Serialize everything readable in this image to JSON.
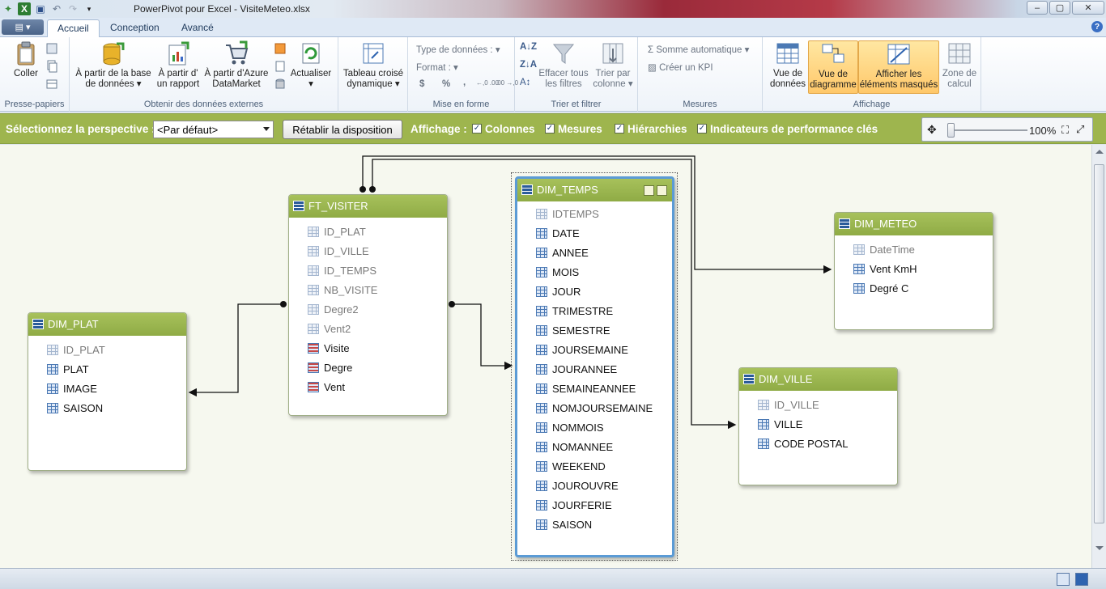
{
  "window": {
    "title": "PowerPivot pour Excel - VisiteMeteo.xlsx",
    "buttons": {
      "minimize": "–",
      "maximize": "▢",
      "close": "✕"
    }
  },
  "tabs": {
    "file_label": "▤ ▾",
    "items": [
      {
        "label": "Accueil",
        "active": true
      },
      {
        "label": "Conception",
        "active": false
      },
      {
        "label": "Avancé",
        "active": false
      }
    ],
    "help": "?"
  },
  "ribbon": {
    "clipboard": {
      "label": "Presse-papiers",
      "paste": "Coller"
    },
    "external": {
      "label": "Obtenir des données externes",
      "from_db": "À partir de la base de données ▾",
      "from_report": "À partir d' un rapport",
      "from_azure": "À partir d'Azure DataMarket",
      "refresh": "Actualiser ▾"
    },
    "pivot": {
      "label": "",
      "pivot_table": "Tableau croisé dynamique ▾"
    },
    "format": {
      "label": "Mise en forme",
      "data_type": "Type de données :",
      "format": "Format :",
      "currency": "$",
      "percent": "%",
      "comma": ",",
      "inc_dec": "←,0 .00",
      "dec_dec": ".00 →,0"
    },
    "sort": {
      "label": "Trier et filtrer",
      "clear_filters": "Effacer tous les filtres",
      "sort_by_col": "Trier par colonne ▾"
    },
    "measures": {
      "label": "Mesures",
      "autosum": "Somme automatique",
      "kpi": "Créer un KPI"
    },
    "view": {
      "label": "Affichage",
      "data_view": "Vue de données",
      "diagram_view": "Vue de diagramme",
      "show_hidden": "Afficher les éléments masqués",
      "calc_area": "Zone de calcul"
    }
  },
  "perspective_bar": {
    "select_label": "Sélectionnez la perspective :",
    "selected": "<Par défaut>",
    "reset": "Rétablir la disposition",
    "display_label": "Affichage :",
    "checks": [
      {
        "label": "Colonnes",
        "checked": true
      },
      {
        "label": "Mesures",
        "checked": true
      },
      {
        "label": "Hiérarchies",
        "checked": true
      },
      {
        "label": "Indicateurs de performance clés",
        "checked": true
      }
    ],
    "zoom": "100%"
  },
  "tables": {
    "ft_visiter": {
      "name": "FT_VISITER",
      "rows": [
        {
          "label": "ID_PLAT",
          "muted": true,
          "kind": "col"
        },
        {
          "label": "ID_VILLE",
          "muted": true,
          "kind": "col"
        },
        {
          "label": "ID_TEMPS",
          "muted": true,
          "kind": "col"
        },
        {
          "label": "NB_VISITE",
          "muted": true,
          "kind": "col"
        },
        {
          "label": "Degre2",
          "muted": true,
          "kind": "col"
        },
        {
          "label": "Vent2",
          "muted": true,
          "kind": "col"
        },
        {
          "label": "Visite",
          "muted": false,
          "kind": "measure"
        },
        {
          "label": "Degre",
          "muted": false,
          "kind": "measure"
        },
        {
          "label": "Vent",
          "muted": false,
          "kind": "measure"
        }
      ]
    },
    "dim_plat": {
      "name": "DIM_PLAT",
      "rows": [
        {
          "label": "ID_PLAT",
          "muted": true,
          "kind": "col"
        },
        {
          "label": "PLAT",
          "muted": false,
          "kind": "col"
        },
        {
          "label": "IMAGE",
          "muted": false,
          "kind": "col"
        },
        {
          "label": "SAISON",
          "muted": false,
          "kind": "col"
        }
      ]
    },
    "dim_temps": {
      "name": "DIM_TEMPS",
      "rows": [
        {
          "label": "IDTEMPS",
          "muted": true,
          "kind": "col"
        },
        {
          "label": "DATE",
          "muted": false,
          "kind": "col"
        },
        {
          "label": "ANNEE",
          "muted": false,
          "kind": "col"
        },
        {
          "label": "MOIS",
          "muted": false,
          "kind": "col"
        },
        {
          "label": "JOUR",
          "muted": false,
          "kind": "col"
        },
        {
          "label": "TRIMESTRE",
          "muted": false,
          "kind": "col"
        },
        {
          "label": "SEMESTRE",
          "muted": false,
          "kind": "col"
        },
        {
          "label": "JOURSEMAINE",
          "muted": false,
          "kind": "col"
        },
        {
          "label": "JOURANNEE",
          "muted": false,
          "kind": "col"
        },
        {
          "label": "SEMAINEANNEE",
          "muted": false,
          "kind": "col"
        },
        {
          "label": "NOMJOURSEMAINE",
          "muted": false,
          "kind": "col"
        },
        {
          "label": "NOMMOIS",
          "muted": false,
          "kind": "col"
        },
        {
          "label": "NOMANNEE",
          "muted": false,
          "kind": "col"
        },
        {
          "label": "WEEKEND",
          "muted": false,
          "kind": "col"
        },
        {
          "label": "JOUROUVRE",
          "muted": false,
          "kind": "col"
        },
        {
          "label": "JOURFERIE",
          "muted": false,
          "kind": "col"
        },
        {
          "label": "SAISON",
          "muted": false,
          "kind": "col"
        }
      ]
    },
    "dim_meteo": {
      "name": "DIM_METEO",
      "rows": [
        {
          "label": "DateTime",
          "muted": true,
          "kind": "col"
        },
        {
          "label": "Vent KmH",
          "muted": false,
          "kind": "col"
        },
        {
          "label": "Degré C",
          "muted": false,
          "kind": "col"
        }
      ]
    },
    "dim_ville": {
      "name": "DIM_VILLE",
      "rows": [
        {
          "label": "ID_VILLE",
          "muted": true,
          "kind": "col"
        },
        {
          "label": "VILLE",
          "muted": false,
          "kind": "col"
        },
        {
          "label": "CODE POSTAL",
          "muted": false,
          "kind": "col"
        }
      ]
    }
  },
  "colors": {
    "header_green": "#9eb54e",
    "selected_blue": "#5b9bd5",
    "highlight": "#ffc86a"
  }
}
